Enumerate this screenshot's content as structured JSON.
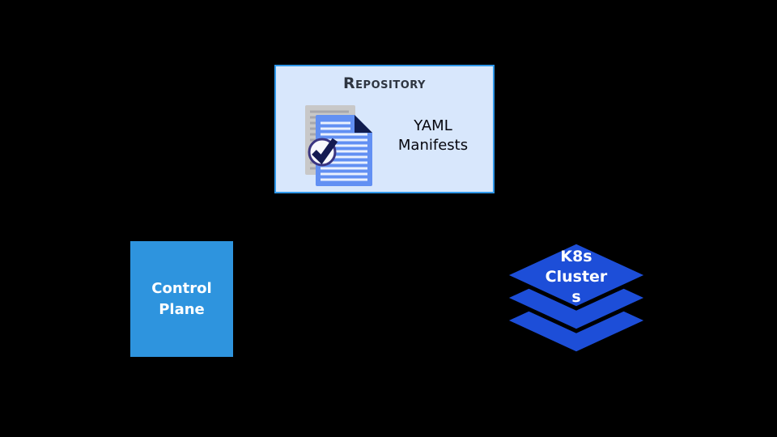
{
  "repository": {
    "title": "Repository",
    "label": "YAML Manifests",
    "icon": "documents-check-icon",
    "colors": {
      "box_bg": "#d8e7fc",
      "box_border": "#2f97e9",
      "title_text": "#2e3540",
      "doc_front": "#6290f3",
      "doc_back": "#c8c8c8",
      "doc_fold": "#101c4e",
      "check": "#141b52"
    }
  },
  "control_plane": {
    "label": "Control Plane",
    "color": "#2e94de",
    "text_color": "#ffffff"
  },
  "k8s_clusters": {
    "label": "K8s Clusters",
    "lines": {
      "0": "K8s",
      "1": "Cluster",
      "2": "s"
    },
    "layers": 3,
    "color": "#1d4ed8",
    "text_color": "#ffffff"
  },
  "canvas": {
    "background": "#000000"
  }
}
